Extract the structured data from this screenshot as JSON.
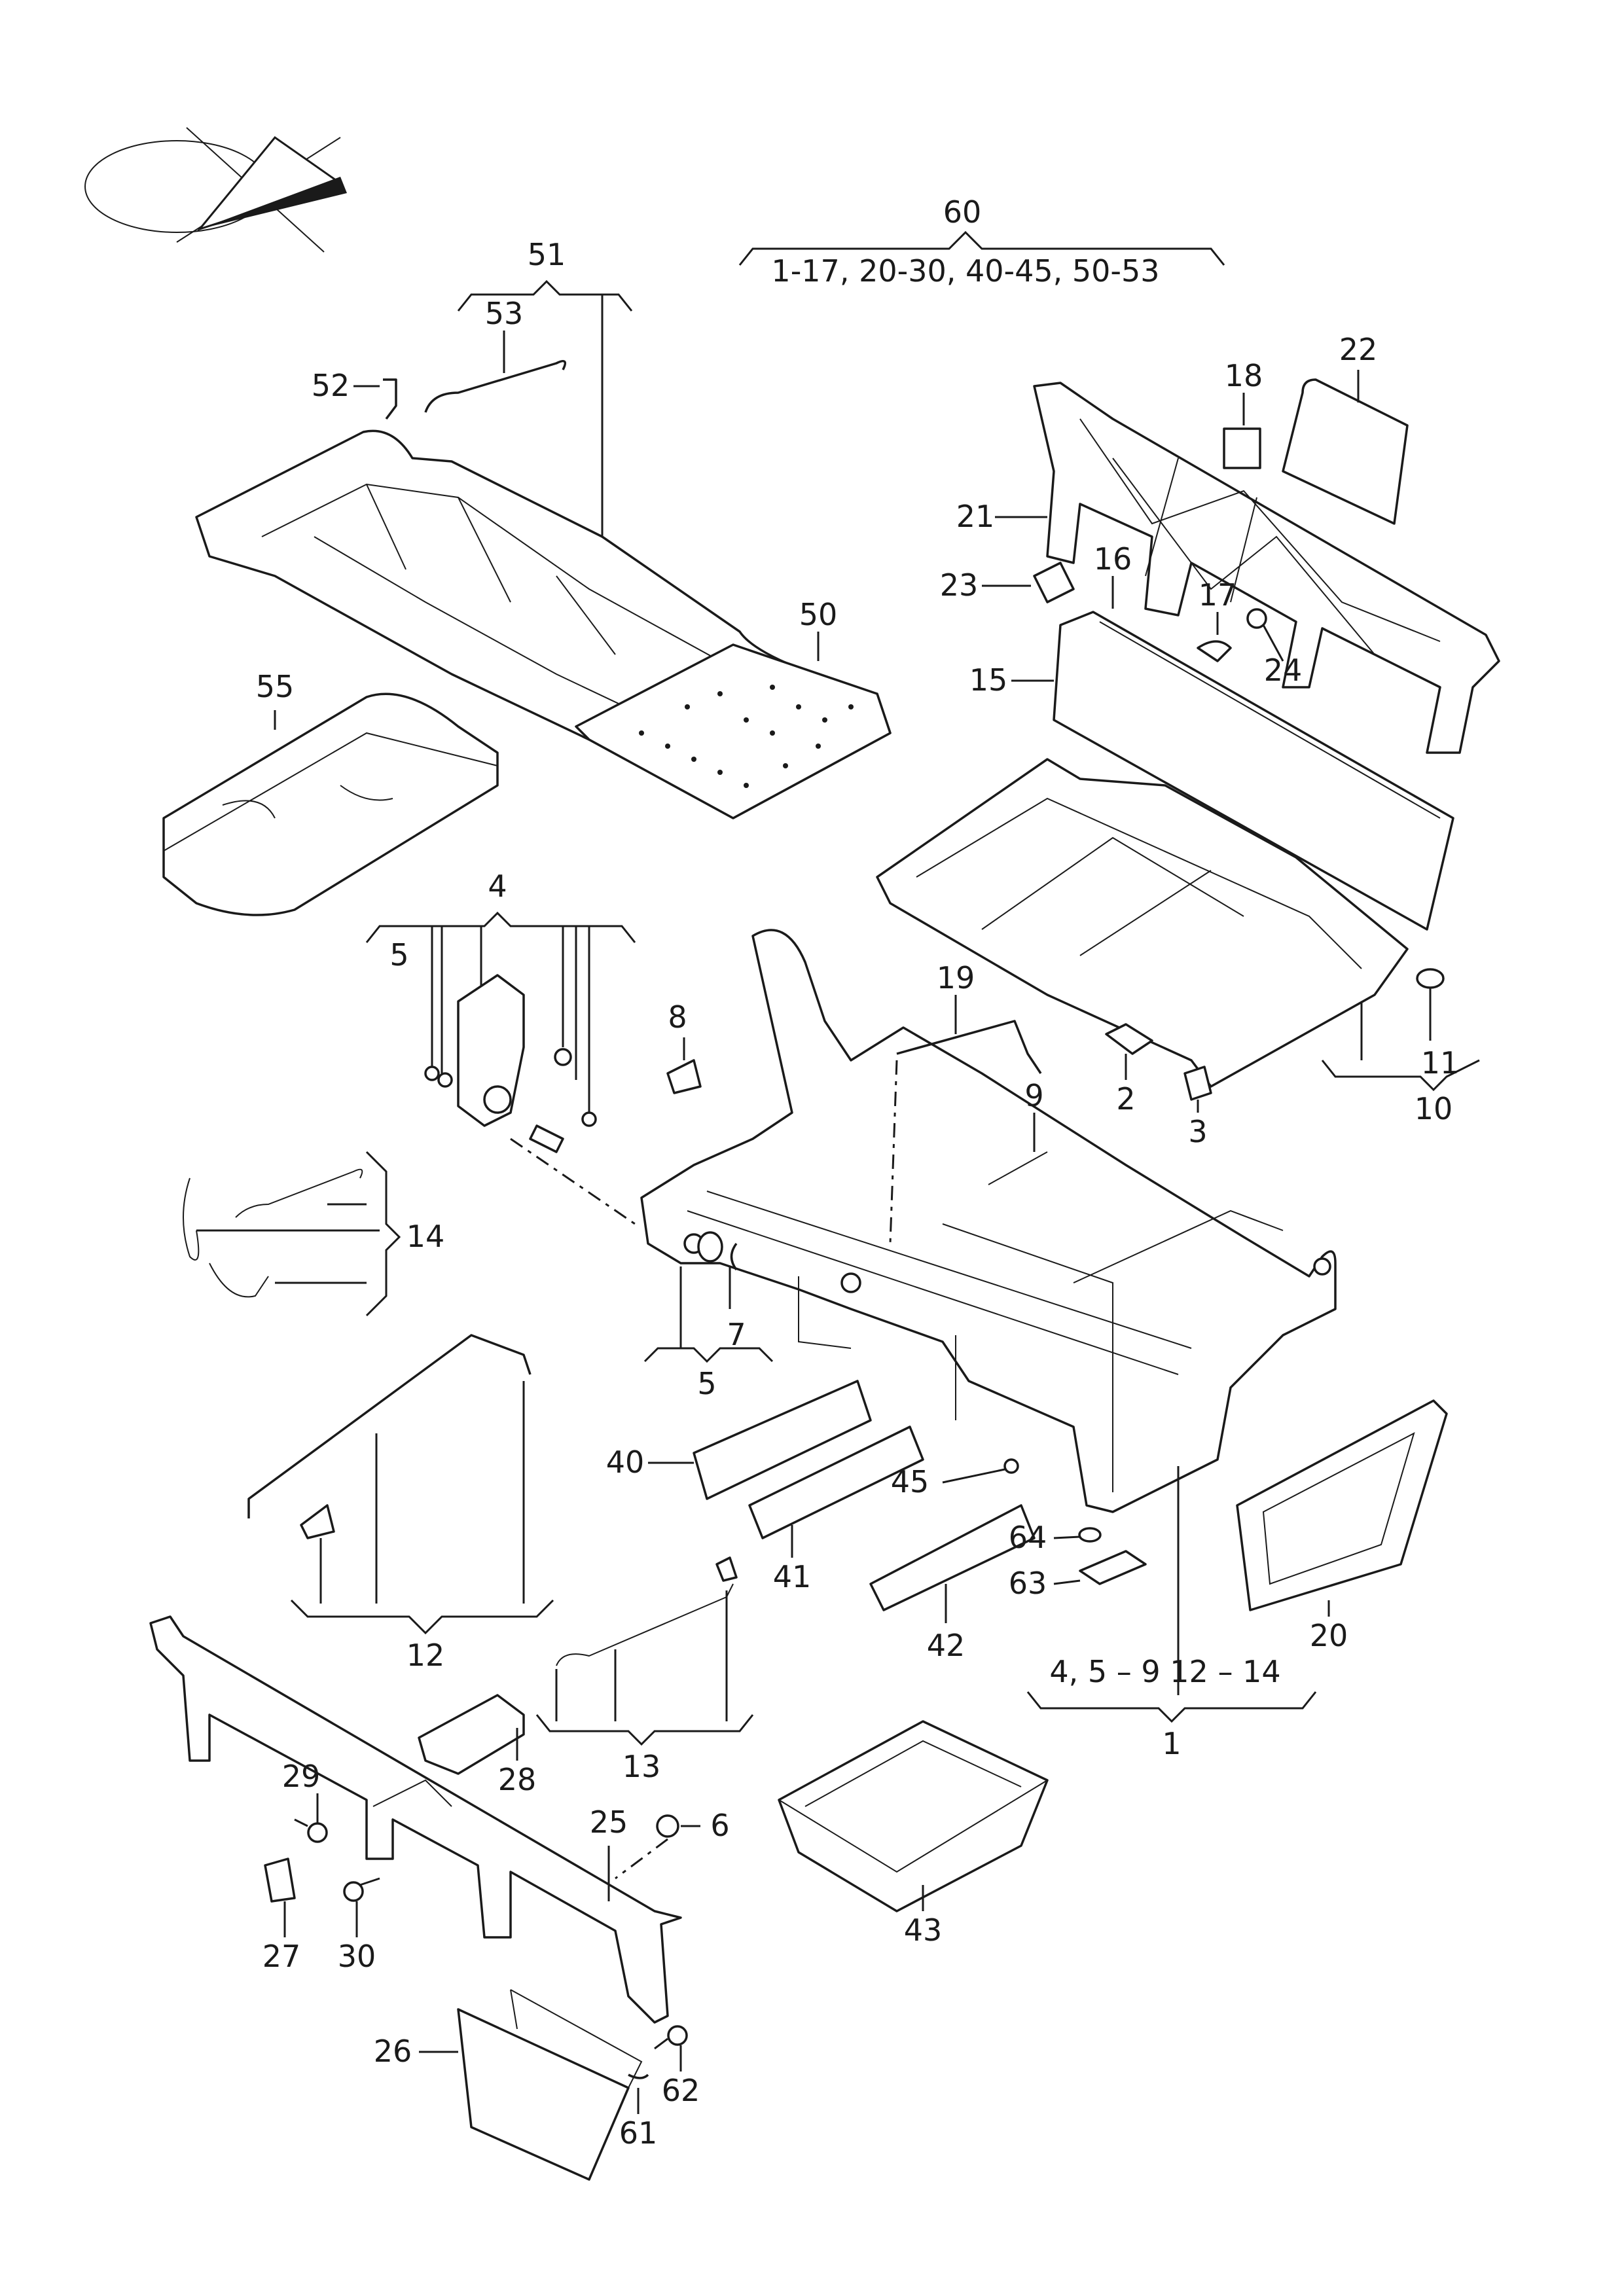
{
  "group_labels": {
    "g60_num": "60",
    "g60_range": "1-17, 20-30, 40-45, 50-53",
    "g51": "51",
    "g4": "4",
    "g14": "14",
    "g5": "5",
    "g12": "12",
    "g13": "13",
    "g1_num": "1",
    "g1_range": "4, 5 – 9  12 – 14",
    "g10": "10"
  },
  "callouts": {
    "p2": "2",
    "p3": "3",
    "p4": "4",
    "p5a": "5",
    "p6": "6",
    "p7": "7",
    "p8": "8",
    "p9": "9",
    "p11": "11",
    "p15": "15",
    "p16": "16",
    "p17": "17",
    "p18": "18",
    "p19": "19",
    "p20": "20",
    "p21": "21",
    "p22": "22",
    "p23": "23",
    "p24": "24",
    "p25": "25",
    "p26": "26",
    "p27": "27",
    "p28": "28",
    "p29": "29",
    "p30": "30",
    "p40": "40",
    "p41": "41",
    "p42": "42",
    "p43": "43",
    "p45": "45",
    "p50": "50",
    "p52": "52",
    "p53": "53",
    "p55": "55",
    "p61": "61",
    "p62": "62",
    "p63": "63",
    "p64": "64"
  }
}
